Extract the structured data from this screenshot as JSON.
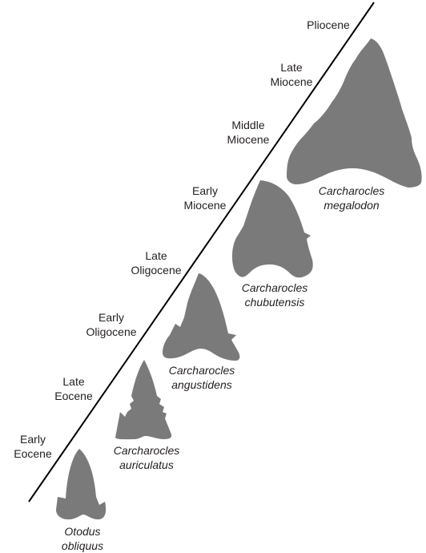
{
  "colors": {
    "tooth": "#7a7a7a",
    "line": "#000000",
    "text": "#231f20"
  },
  "epochs": [
    {
      "line1": "Early",
      "line2": "Eocene"
    },
    {
      "line1": "Late",
      "line2": "Eocene"
    },
    {
      "line1": "Early",
      "line2": "Oligocene"
    },
    {
      "line1": "Late",
      "line2": "Oligocene"
    },
    {
      "line1": "Early",
      "line2": "Miocene"
    },
    {
      "line1": "Middle",
      "line2": "Miocene"
    },
    {
      "line1": "Late",
      "line2": "Miocene"
    },
    {
      "line1": "Pliocene",
      "line2": ""
    }
  ],
  "species": [
    {
      "line1": "Otodus",
      "line2": "obliquus"
    },
    {
      "line1": "Carcharocles",
      "line2": "auriculatus"
    },
    {
      "line1": "Carcharocles",
      "line2": "angustidens"
    },
    {
      "line1": "Carcharocles",
      "line2": "chubutensis"
    },
    {
      "line1": "Carcharocles",
      "line2": "megalodon"
    }
  ]
}
